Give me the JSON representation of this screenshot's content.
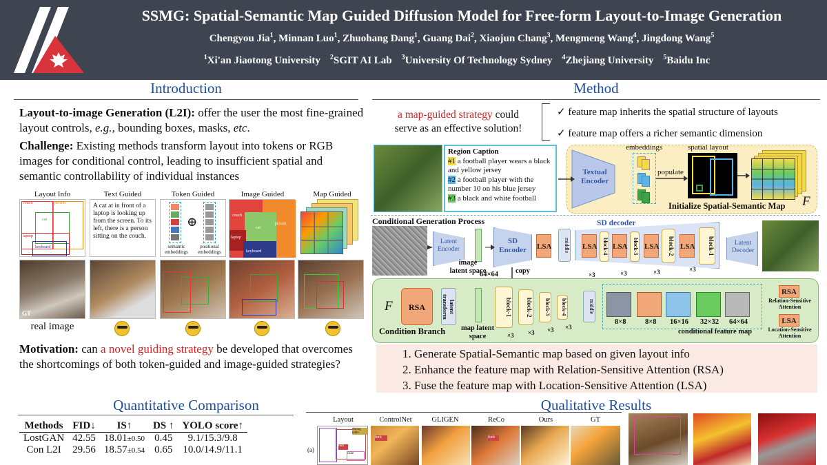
{
  "header": {
    "title": "SSMG: Spatial-Semantic Map Guided Diffusion Model for Free-form Layout-to-Image Generation",
    "authors": [
      {
        "name": "Chengyou Jia",
        "sup": "1"
      },
      {
        "name": "Minnan Luo",
        "sup": "1"
      },
      {
        "name": "Zhuohang Dang",
        "sup": "1"
      },
      {
        "name": "Guang Dai",
        "sup": "2"
      },
      {
        "name": "Xiaojun Chang",
        "sup": "3"
      },
      {
        "name": "Mengmeng Wang",
        "sup": "4"
      },
      {
        "name": "Jingdong Wang",
        "sup": "5"
      }
    ],
    "affiliations": [
      {
        "sup": "1",
        "name": "Xi'an Jiaotong University"
      },
      {
        "sup": "2",
        "name": "SGIT AI Lab"
      },
      {
        "sup": "3",
        "name": "University Of Technology Sydney"
      },
      {
        "sup": "4",
        "name": "Zhejiang University"
      },
      {
        "sup": "5",
        "name": "Baidu Inc"
      }
    ]
  },
  "intro": {
    "heading": "Introduction",
    "p1_bold": "Layout-to-image Generation (L2I):",
    "p1_text": " offer the user the most fine-grained layout controls, ",
    "p1_eg": "e.g.",
    "p1_text2": ", bounding boxes, masks, ",
    "p1_etc": "etc",
    "p1_end": ".",
    "p2_bold": "Challenge:",
    "p2_text": " Existing methods transform layout into tokens or RGB images for conditional control, leading to insufficient spatial and semantic controllability of individual instances",
    "fig_labels": [
      "Layout Info",
      "Text Guided",
      "Token Guided",
      "Image Guided",
      "Map Guided"
    ],
    "text_guided_caption": "A cat at in front of a laptop is looking up from the screen. To its left, there is a person sitting on the couch.",
    "token_labels": [
      "semantic embeddings",
      "positional embeddings"
    ],
    "layout_labels": [
      "couch",
      "person",
      "cat",
      "laptop",
      "keyboard"
    ],
    "image_labels": [
      "couch",
      "person",
      "cat",
      "laptop",
      "keyboard"
    ],
    "gt_label": "GT",
    "real_image": "real image",
    "p3_bold": "Motivation:",
    "p3_text": " can ",
    "p3_red": "a novel guiding strategy",
    "p3_end": " be developed that overcomes the shortcomings of both token-guided and image-guided strategies?"
  },
  "method": {
    "heading": "Method",
    "lead_red": "a map-guided strategy",
    "lead_text": " could serve as an effective solution!",
    "bullets": [
      "✓ feature map inherits the spatial structure of layouts",
      "✓ feature map offers a richer semantic dimension"
    ],
    "region_caption_title": "Region Caption",
    "captions": [
      {
        "tag": "#1",
        "text": " a football player wears a black and yellow jersey"
      },
      {
        "tag": "#2",
        "text": " a football player with the number 10 on his blue jersey"
      },
      {
        "tag": "#3",
        "text": " a black and white football"
      }
    ],
    "textual_encoder": "Textual Encoder",
    "embeddings": "embeddings",
    "spatial_layout": "spatial layout",
    "populate": "populate",
    "init_map": "Initialize Spatial-Semantic Map",
    "F": "F",
    "cond_gen": "Conditional Generation Process",
    "latent_encoder": "Latent Encoder",
    "image_latent_space": "image latent space",
    "size64": "64×64",
    "sd_encoder": "SD Encoder",
    "copy": "copy",
    "sd_decoder": "SD decoder",
    "middle": "middle",
    "lsa": "LSA",
    "rsa": "RSA",
    "blocks": [
      "block-4",
      "block-3",
      "block-2",
      "block-1"
    ],
    "enc_blocks": [
      "block-1",
      "block-2",
      "block-3",
      "block-4"
    ],
    "x3": "×3",
    "latent_decoder": "Latent Decoder",
    "latent_transform": "latent transform",
    "map_latent_space": "map latent space",
    "cond_branch": "Condition Branch",
    "feat_sizes": [
      "8×8",
      "8×8",
      "16×16",
      "32×32",
      "64×64"
    ],
    "cond_feat_map": "conditional feature map",
    "legend_rsa": "Relation-Sensitive Attention",
    "legend_lsa": "Location-Sensitive Attention",
    "steps": [
      "1. Generate Spatial-Semantic map based on given layout info",
      "2. Enhance the feature map with Relation-Sensitive Attention (RSA)",
      "3. Fuse the feature map with Location-Sensitive Attention (LSA)"
    ]
  },
  "quant": {
    "heading": "Quantitative Comparison",
    "columns": [
      "Methods",
      "FID↓",
      "IS↑",
      "DS ↑",
      "YOLO score↑"
    ],
    "rows": [
      [
        "LostGAN",
        "42.55",
        "18.01",
        "±0.50",
        "0.45",
        "9.1/15.3/9.8"
      ],
      [
        "Con L2I",
        "29.56",
        "18.57",
        "±0.54",
        "0.65",
        "10.0/14.9/11.1"
      ]
    ]
  },
  "qual": {
    "heading": "Qualitative Results",
    "columns": [
      "Layout",
      "ControlNet",
      "GLIGEN",
      "ReCo",
      "Ours",
      "GT"
    ],
    "row_label": "(a)",
    "layout_tags": [
      "dining table",
      "fork",
      "cake"
    ]
  },
  "colors": {
    "header_bg": "#3f4451",
    "heading_blue": "#1f4e9c",
    "accent_red": "#d42020",
    "lsa_orange": "#f2a779",
    "init_bg": "#fbeec2",
    "cond_bg": "#d7ebc7",
    "steps_bg": "#fbe9e4"
  }
}
